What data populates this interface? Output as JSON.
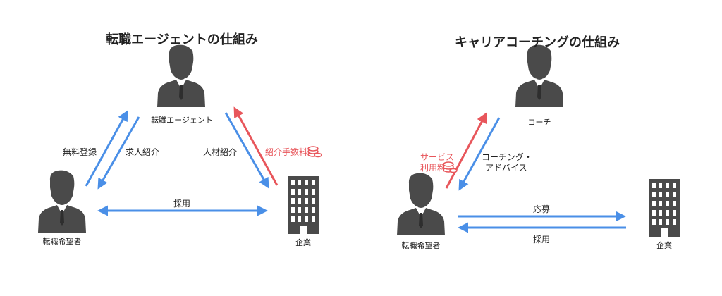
{
  "left": {
    "title": "転職エージェントの仕組み",
    "nodes": {
      "agent": "転職エージェント",
      "seeker": "転職希望者",
      "company": "企業"
    },
    "edges": {
      "free_register": "無料登録",
      "job_intro": "求人紹介",
      "talent_intro": "人材紹介",
      "referral_fee": "紹介手数料",
      "hire": "採用"
    }
  },
  "right": {
    "title": "キャリアコーチングの仕組み",
    "nodes": {
      "coach": "コーチ",
      "seeker": "転職希望者",
      "company": "企業"
    },
    "edges": {
      "service_fee_line1": "サービス",
      "service_fee_line2": "利用料",
      "coaching_line1": "コーチング・",
      "coaching_line2": "アドバイス",
      "apply": "応募",
      "hire": "採用"
    }
  },
  "colors": {
    "blue": "#4a8fe7",
    "red": "#e8565b",
    "figure": "#4a4a4a",
    "text": "#222222"
  },
  "icons": [
    "businessman-icon",
    "coin-stack-icon",
    "building-icon"
  ]
}
